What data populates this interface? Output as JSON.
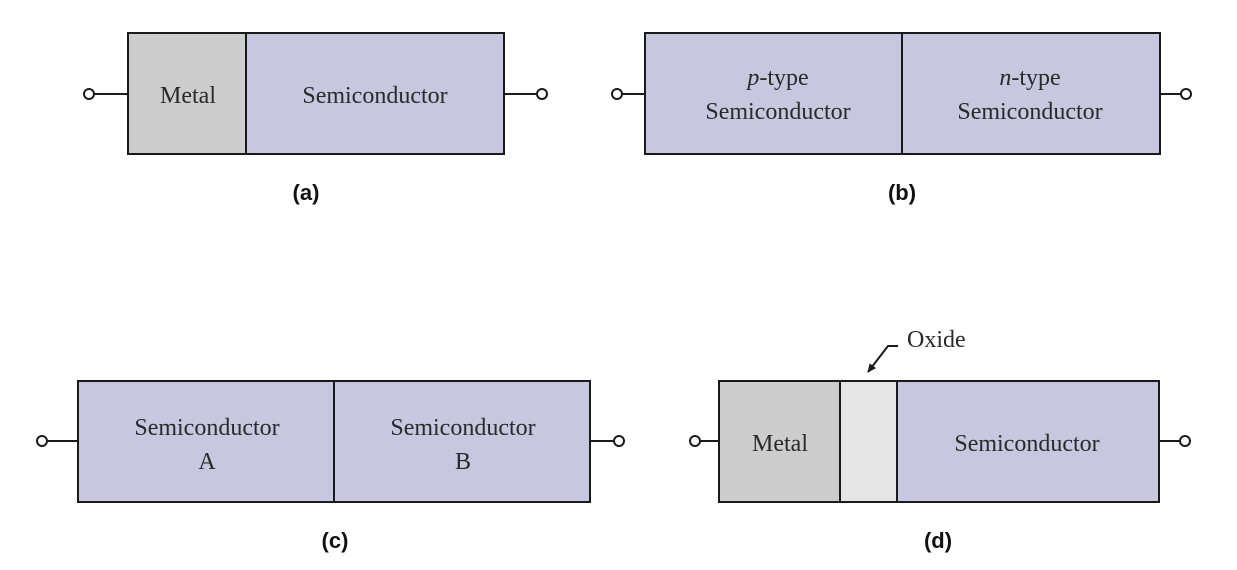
{
  "colors": {
    "metal": "#cdcdcd",
    "semiconductor": "#c8c7df",
    "oxide": "#e6e6e6",
    "line": "#1a1a1a"
  },
  "panel_a": {
    "caption": "(a)",
    "metal_label": "Metal",
    "semiconductor_label": "Semiconductor"
  },
  "panel_b": {
    "caption": "(b)",
    "left_italic": "p",
    "left_rest": "-type",
    "left_line2": "Semiconductor",
    "right_italic": "n",
    "right_rest": "-type",
    "right_line2": "Semiconductor"
  },
  "panel_c": {
    "caption": "(c)",
    "left_line1": "Semiconductor",
    "left_line2": "A",
    "right_line1": "Semiconductor",
    "right_line2": "B"
  },
  "panel_d": {
    "caption": "(d)",
    "metal_label": "Metal",
    "semiconductor_label": "Semiconductor",
    "oxide_label": "Oxide"
  }
}
